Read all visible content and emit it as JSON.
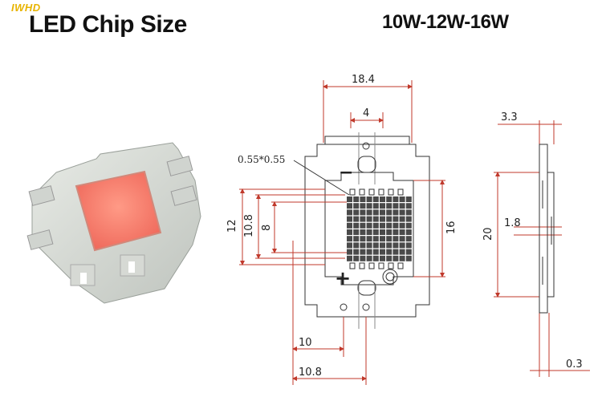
{
  "header": {
    "brand": "IWHD",
    "title": "LED Chip Size",
    "subtitle": "10W-12W-16W"
  },
  "diagram": {
    "die_label": "0.55*0.55",
    "minus_sign": "−",
    "plus_sign": "+",
    "dims": {
      "width_total": "18.4",
      "pad_gap": "4",
      "height_12": "12",
      "height_10_8": "10.8",
      "height_8": "8",
      "height_16": "16",
      "bottom_10": "10",
      "bottom_10_8": "10.8",
      "thickness": "3.3",
      "side_20": "20",
      "side_1_8": "1.8",
      "base_0_3": "0.3"
    }
  },
  "colors": {
    "dimension_line": "#c0392b",
    "chip_glow": "#f47c6c",
    "board": "#d9ddd8",
    "drawing_line": "#333333"
  }
}
